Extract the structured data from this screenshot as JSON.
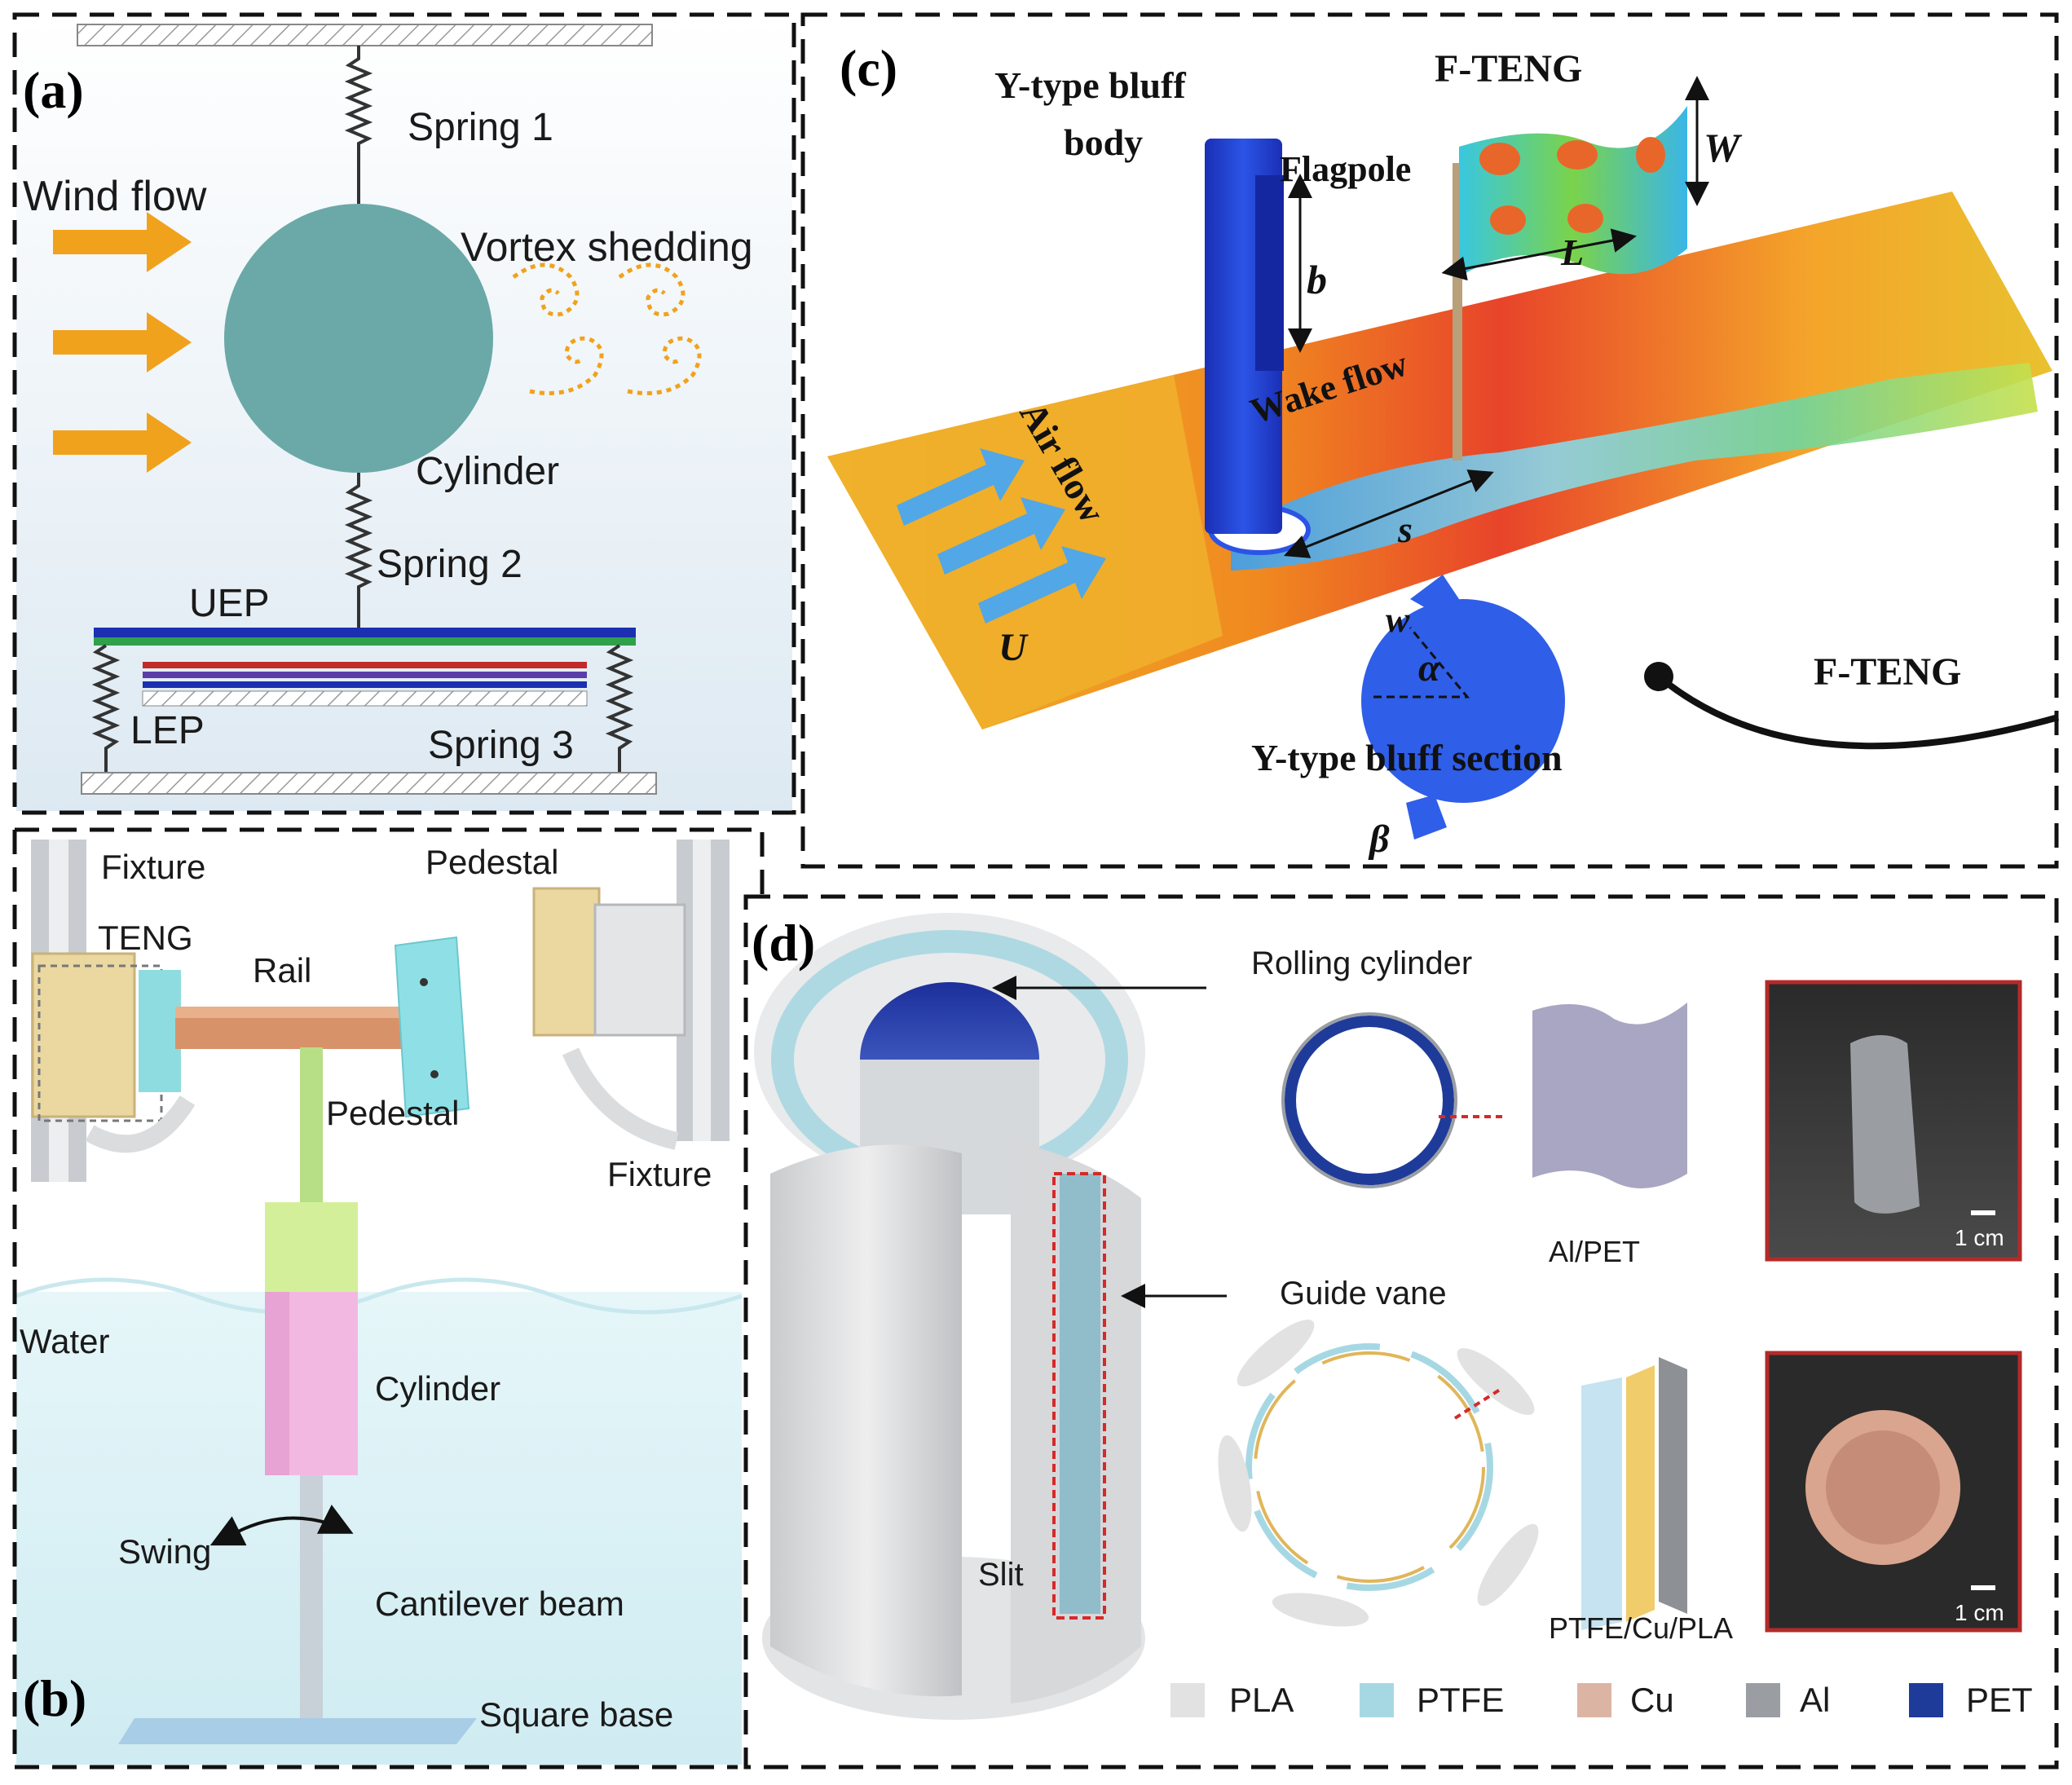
{
  "panels": {
    "a": {
      "letter": "(a)",
      "labels": {
        "spring1": "Spring 1",
        "wind_flow": "Wind flow",
        "vortex": "Vortex shedding",
        "cylinder": "Cylinder",
        "spring2": "Spring 2",
        "uep": "UEP",
        "lep": "LEP",
        "spring3": "Spring 3"
      }
    },
    "b": {
      "letter": "(b)",
      "labels": {
        "fixture_left": "Fixture",
        "pedestal_top": "Pedestal",
        "teng": "TENG",
        "rail": "Rail",
        "pedestal_mid": "Pedestal",
        "fixture_right": "Fixture",
        "water": "Water",
        "cylinder": "Cylinder",
        "swing": "Swing",
        "cantilever": "Cantilever beam",
        "square_base": "Square base"
      }
    },
    "c": {
      "letter": "(c)",
      "labels": {
        "bluff_line1": "Y-type bluff",
        "bluff_line2": "body",
        "fteng_top": "F-TENG",
        "flagpole": "Flagpole",
        "w": "W",
        "b": "b",
        "l": "L",
        "wake_flow": "Wake flow",
        "air_flow": "Air flow",
        "s": "s",
        "u": "U",
        "w_small": "w",
        "alpha": "α",
        "beta": "β",
        "fteng_right": "F-TENG",
        "section": "Y-type bluff section"
      }
    },
    "d": {
      "letter": "(d)",
      "labels": {
        "rolling_cylinder": "Rolling cylinder",
        "guide_vane": "Guide vane",
        "al_pet": "Al/PET",
        "ptfe_cu_pla": "PTFE/Cu/PLA",
        "slit": "Slit",
        "scale1": "1 cm",
        "scale2": "1 cm"
      },
      "legend": [
        {
          "label": "PLA",
          "color": "#e2e2e2"
        },
        {
          "label": "PTFE",
          "color": "#a6d8e4"
        },
        {
          "label": "Cu",
          "color": "#dcb4a4"
        },
        {
          "label": "Al",
          "color": "#9a9ea3"
        },
        {
          "label": "PET",
          "color": "#1f3b9a"
        }
      ]
    }
  }
}
